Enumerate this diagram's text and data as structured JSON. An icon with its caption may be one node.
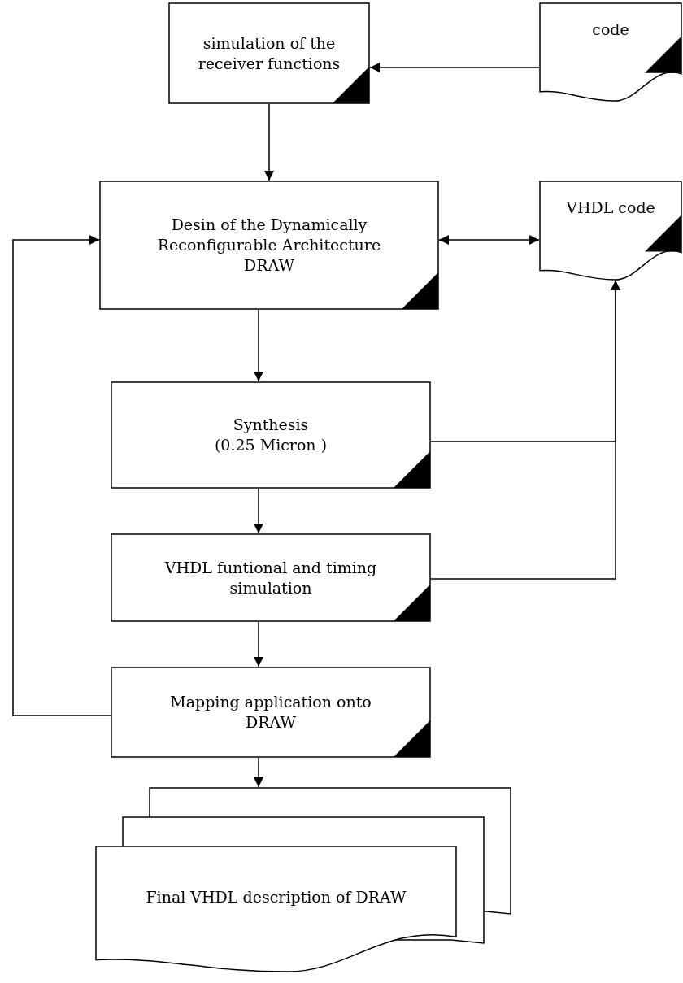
{
  "diagram": {
    "nodes": [
      {
        "text": [
          "simulation of the receiver functions"
        ]
      },
      {
        "text": [
          "code"
        ]
      },
      {
        "text": [
          "Desin of the Dynamically Reconfigurable Architecture DRAW"
        ]
      },
      {
        "text": [
          "VHDL code"
        ]
      },
      {
        "text": [
          "Synthesis",
          "(0.25 Micron )"
        ]
      },
      {
        "text": [
          "VHDL funtional and timing simulation"
        ]
      },
      {
        "text": [
          "Mapping application onto DRAW"
        ]
      },
      {
        "text": [
          "Final VHDL description of DRAW"
        ]
      }
    ],
    "edges": [
      {
        "from": 1,
        "to": 0,
        "arrow": "to"
      },
      {
        "from": 0,
        "to": 2,
        "arrow": "to"
      },
      {
        "from": 2,
        "to": 3,
        "arrow": "both"
      },
      {
        "from": 4,
        "to": 3,
        "arrow": "to"
      },
      {
        "from": 5,
        "to": 3,
        "arrow": "to"
      },
      {
        "from": 2,
        "to": 4,
        "arrow": "to"
      },
      {
        "from": 4,
        "to": 5,
        "arrow": "to"
      },
      {
        "from": 5,
        "to": 6,
        "arrow": "to"
      },
      {
        "from": 6,
        "to": 2,
        "arrow": "to"
      },
      {
        "from": 6,
        "to": 7,
        "arrow": "to"
      }
    ]
  }
}
